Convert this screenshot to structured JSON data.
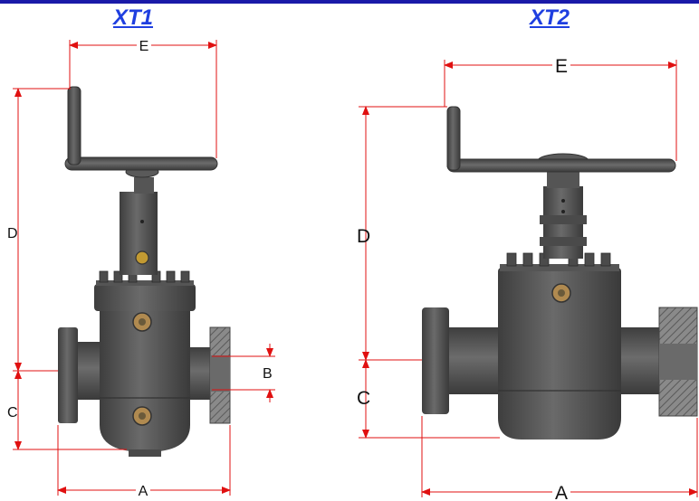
{
  "titles": {
    "left": "XT1",
    "right": "XT2"
  },
  "dimensions": {
    "left": {
      "E": "E",
      "D": "D",
      "C": "C",
      "B": "B",
      "A": "A"
    },
    "right": {
      "E": "E",
      "D": "D",
      "C": "C",
      "A": "A"
    }
  },
  "colors": {
    "dimension": "#e01010",
    "title": "#1f3fe0",
    "body": "#5a5a5a",
    "bar": "#1a1aa8"
  }
}
